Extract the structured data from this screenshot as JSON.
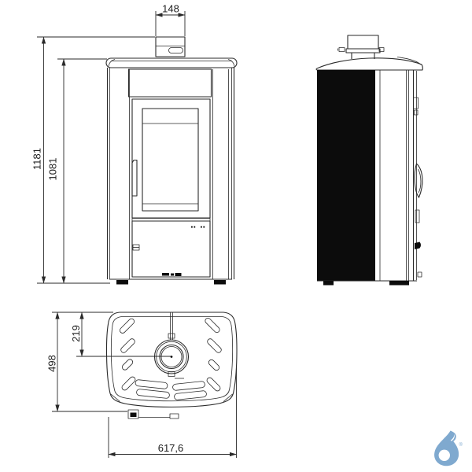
{
  "colors": {
    "background": "#ffffff",
    "line": "#2a2a2a",
    "glass_panel": "#0c0c0c",
    "logo_blue": "#7fa9cf"
  },
  "dimensions": {
    "front_flue_width": "148",
    "front_total_height": "1181",
    "front_body_height": "1081",
    "top_flue_center_offset": "219",
    "top_depth": "498",
    "top_width": "617,6"
  },
  "logo": {
    "icon": "water-drop-icon",
    "registered_mark": "®"
  }
}
